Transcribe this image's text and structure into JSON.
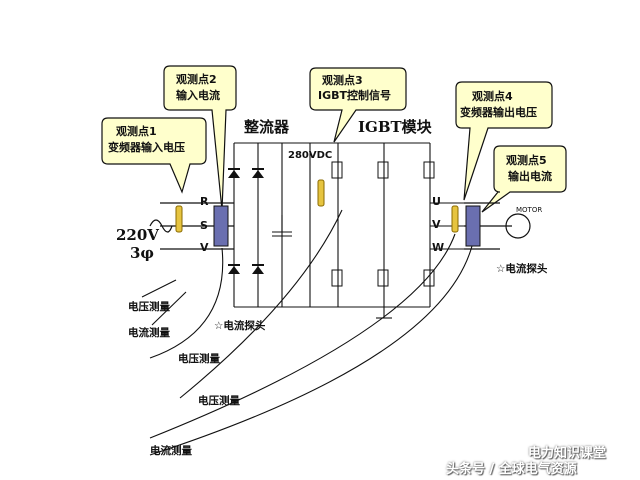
{
  "callouts": [
    {
      "line1": "观测点1",
      "line2": "变频器输入电压"
    },
    {
      "line1": "观测点2",
      "line2": "输入电流"
    },
    {
      "line1": "观测点3",
      "line2": "IGBT控制信号"
    },
    {
      "line1": "观测点4",
      "line2": "变频器输出电压"
    },
    {
      "line1": "观测点5",
      "line2": "输出电流"
    }
  ],
  "titles": {
    "rectifier": "整流器",
    "igbt_module": "IGBT模块",
    "dc_voltage": "280VDC",
    "supply_voltage": "220V",
    "supply_phase": "3φ",
    "motor": "MOTOR"
  },
  "phases": {
    "in": [
      "R",
      "S",
      "V"
    ],
    "out": [
      "U",
      "V",
      "W"
    ]
  },
  "measurements": {
    "voltage_1": "电压测量",
    "current_1": "电流测量",
    "probe_in": "☆电流探头",
    "voltage_2": "电压测量",
    "voltage_3": "电压测量",
    "current_2": "电流测量",
    "probe_out": "☆电流探头"
  },
  "watermark": {
    "line1": "电力知识课堂",
    "line2": "头条号 / 全球电气资源"
  },
  "colors": {
    "callout_fill": "#ffffcc",
    "probe_body": "#6a6fb0",
    "probe_tip": "#e6c440",
    "line": "#111111"
  }
}
